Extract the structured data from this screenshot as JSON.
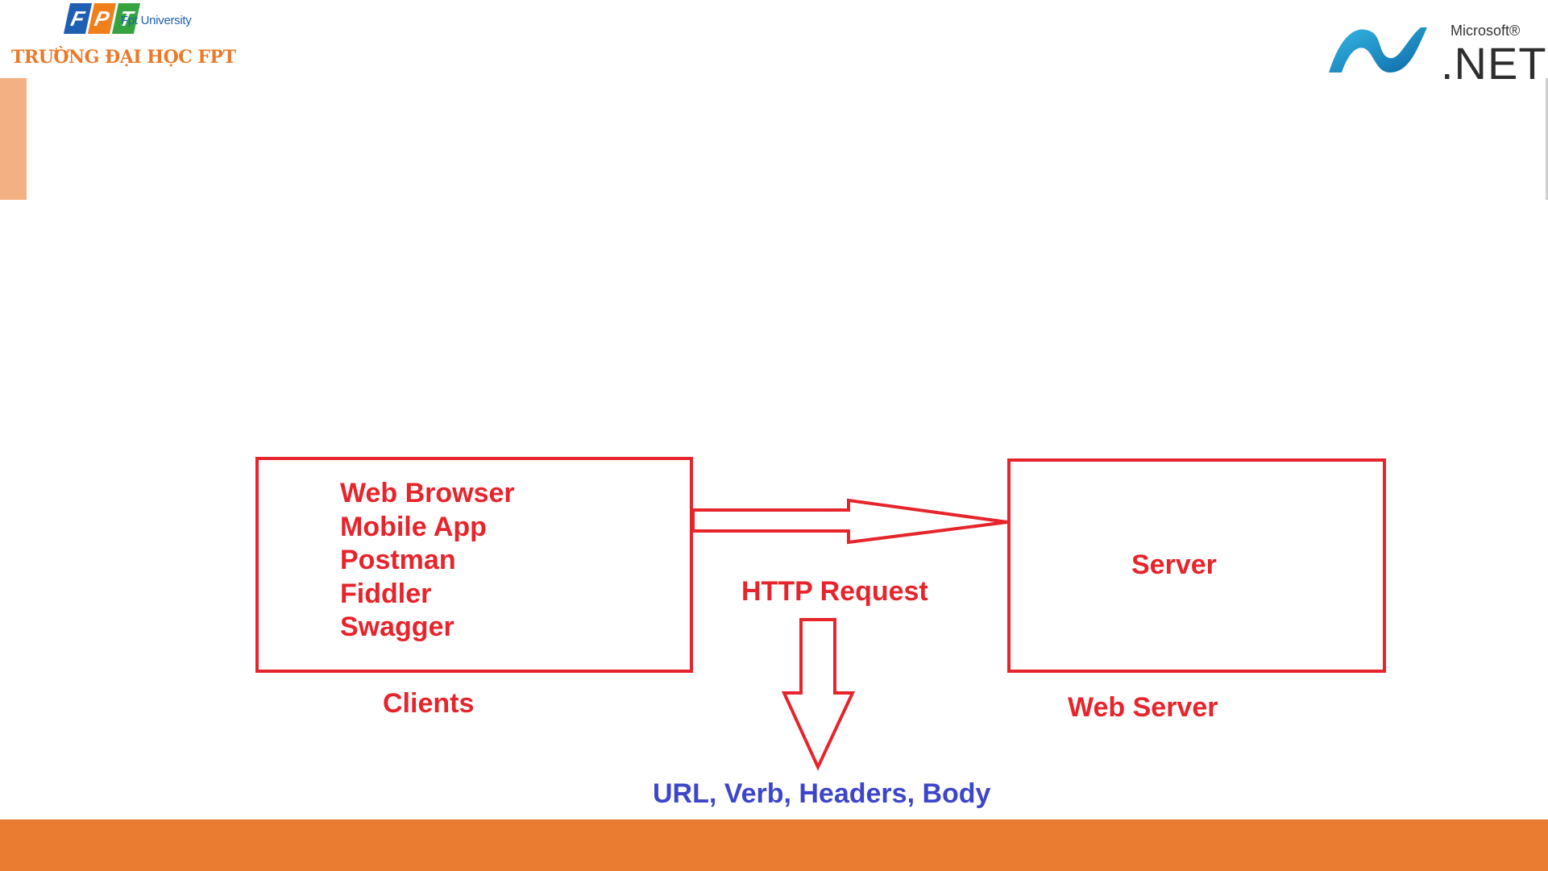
{
  "logos": {
    "fpt": {
      "tiles": [
        "F",
        "P",
        "T"
      ],
      "subtitle": "Fpt University",
      "school_name": "TRƯỜNG ĐẠI HỌC FPT"
    },
    "dotnet": {
      "brand": "Microsoft®",
      "product": ".NET"
    }
  },
  "diagram": {
    "clients_box": {
      "items": [
        "Web Browser",
        "Mobile App",
        "Postman",
        "Fiddler",
        "Swagger"
      ],
      "caption": "Clients"
    },
    "request_arrow": {
      "label": "HTTP Request"
    },
    "details_arrow": {
      "label": "URL, Verb, Headers, Body"
    },
    "server_box": {
      "label": "Server",
      "caption": "Web Server"
    }
  },
  "colors": {
    "diagram_red": "#e6242b",
    "detail_blue": "#3d46c9",
    "footer_orange": "#ea7c31",
    "accent_strip": "#f3b083"
  }
}
